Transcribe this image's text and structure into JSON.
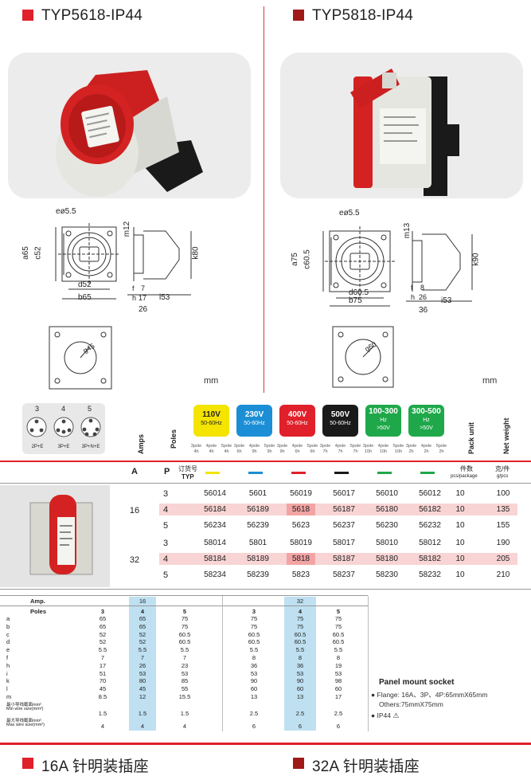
{
  "colors": {
    "accent_red": "#e0202a",
    "dark_red": "#a01818",
    "highlight_row": "#f8d4d4",
    "highlight_cell": "#f2a4a4",
    "blue_col": "#bfe0f1"
  },
  "left": {
    "title": "TYP5618-IP44",
    "dims": {
      "e": "e",
      "e_val": "ø5.5",
      "a": "a65",
      "c": "c52",
      "d": "d52",
      "b": "b65",
      "m": "m12",
      "k": "k80",
      "f": "f",
      "h": "h",
      "i": "i53",
      "n7": "7",
      "n17": "17",
      "n26": "26",
      "g": "g45"
    }
  },
  "right": {
    "title": "TYP5818-IP44",
    "dims": {
      "e": "e",
      "e_val": "ø5.5",
      "a": "a75",
      "c": "c60.5",
      "d": "d60.5",
      "b": "b75",
      "m": "m13",
      "k": "k90",
      "f": "f",
      "h": "h",
      "i": "i53",
      "n8": "8",
      "n26": "26",
      "n36": "36",
      "g": "g60"
    }
  },
  "mm_label": "mm",
  "pins": [
    {
      "num": "3",
      "label": "2P+E"
    },
    {
      "num": "4",
      "label": "3P+E"
    },
    {
      "num": "5",
      "label": "3P+N+E"
    }
  ],
  "vertical_labels": {
    "amps": "Amps",
    "poles": "Poles",
    "pack_unit": "Pack unit",
    "net_weight": "Net weight"
  },
  "voltages": [
    {
      "main": "110V",
      "sub": "50-60Hz",
      "bg": "#f4e400",
      "fg": "#222",
      "poles": [
        "3pole",
        "4pole",
        "5pole"
      ],
      "hours": [
        "4h",
        "4h",
        "4h"
      ]
    },
    {
      "main": "230V",
      "sub": "50-60Hz",
      "bg": "#1b8ed6",
      "fg": "#ffffff",
      "poles": [
        "3pole",
        "4pole",
        "5pole"
      ],
      "hours": [
        "6h",
        "9h",
        "9h"
      ]
    },
    {
      "main": "400V",
      "sub": "50-60Hz",
      "bg": "#e0202a",
      "fg": "#ffffff",
      "poles": [
        "3pole",
        "4pole",
        "5pole"
      ],
      "hours": [
        "9h",
        "6h",
        "6h"
      ]
    },
    {
      "main": "500V",
      "sub": "50-60Hz",
      "bg": "#1a1a1a",
      "fg": "#ffffff",
      "poles": [
        "3pole",
        "4pole",
        "5pole"
      ],
      "hours": [
        "7h",
        "7h",
        "7h"
      ]
    },
    {
      "main": "100-300",
      "sub": "Hz",
      "sub2": ">50V",
      "bg": "#1fa84a",
      "fg": "#ffffff",
      "poles": [
        "3pole",
        "4pole",
        "5pole"
      ],
      "hours": [
        "10h",
        "10h",
        "10h"
      ]
    },
    {
      "main": "300-500",
      "sub": "Hz",
      "sub2": ">50V",
      "bg": "#1fa84a",
      "fg": "#ffffff",
      "poles": [
        "3pole",
        "4pole",
        "5pole"
      ],
      "hours": [
        "2h",
        "2h",
        "2h"
      ]
    }
  ],
  "order_header": {
    "a": "A",
    "p": "P",
    "order_no": "订货号",
    "typ": "TYP",
    "pack_cn": "件数",
    "pack_en": "pcs/package",
    "weight_cn": "克/件",
    "weight_en": "g/pcs",
    "color_bars": [
      "#f4e400",
      "#1b8ed6",
      "#e0202a",
      "#1a1a1a",
      "#1fa84a",
      "#1fa84a"
    ]
  },
  "order_groups": [
    {
      "amps": "16",
      "rows": [
        {
          "p": "3",
          "codes": [
            "56014",
            "5601",
            "56019",
            "56017",
            "56010",
            "56012"
          ],
          "pack": "10",
          "weight": "100"
        },
        {
          "p": "4",
          "codes": [
            "56184",
            "56189",
            "5618",
            "56187",
            "56180",
            "56182"
          ],
          "pack": "10",
          "weight": "135"
        },
        {
          "p": "5",
          "codes": [
            "56234",
            "56239",
            "5623",
            "56237",
            "56230",
            "56232"
          ],
          "pack": "10",
          "weight": "155"
        }
      ]
    },
    {
      "amps": "32",
      "rows": [
        {
          "p": "3",
          "codes": [
            "58014",
            "5801",
            "58019",
            "58017",
            "58010",
            "58012"
          ],
          "pack": "10",
          "weight": "190"
        },
        {
          "p": "4",
          "codes": [
            "58184",
            "58189",
            "5818",
            "58187",
            "58180",
            "58182"
          ],
          "pack": "10",
          "weight": "205"
        },
        {
          "p": "5",
          "codes": [
            "58234",
            "58239",
            "5823",
            "58237",
            "58230",
            "58232"
          ],
          "pack": "10",
          "weight": "210"
        }
      ]
    }
  ],
  "spec": {
    "amp_label": "Amp.",
    "poles_label": "Poles",
    "amp16": "16",
    "amp32": "32",
    "poles16": [
      "3",
      "4",
      "5"
    ],
    "poles32": [
      "3",
      "4",
      "5"
    ],
    "rows": [
      {
        "k": "a",
        "v": [
          "65",
          "65",
          "75",
          "75",
          "75",
          "75"
        ]
      },
      {
        "k": "b",
        "v": [
          "65",
          "65",
          "75",
          "75",
          "75",
          "75"
        ]
      },
      {
        "k": "c",
        "v": [
          "52",
          "52",
          "60.5",
          "60.5",
          "60.5",
          "60.5"
        ]
      },
      {
        "k": "d",
        "v": [
          "52",
          "52",
          "60.5",
          "60.5",
          "60.5",
          "60.5"
        ]
      },
      {
        "k": "e",
        "v": [
          "5.5",
          "5.5",
          "5.5",
          "5.5",
          "5.5",
          "5.5"
        ]
      },
      {
        "k": "f",
        "v": [
          "7",
          "7",
          "7",
          "8",
          "8",
          "8"
        ]
      },
      {
        "k": "h",
        "v": [
          "17",
          "26",
          "23",
          "36",
          "36",
          "19"
        ]
      },
      {
        "k": "i",
        "v": [
          "51",
          "53",
          "53",
          "53",
          "53",
          "53"
        ]
      },
      {
        "k": "k",
        "v": [
          "70",
          "80",
          "85",
          "90",
          "90",
          "98"
        ]
      },
      {
        "k": "l",
        "v": [
          "45",
          "45",
          "55",
          "60",
          "60",
          "60"
        ]
      },
      {
        "k": "m",
        "v": [
          "8.5",
          "12",
          "15.5",
          "13",
          "13",
          "17"
        ]
      }
    ],
    "min_wire_cn": "最小导线截面mm²",
    "min_wire_en": "Min wire size(mm²)",
    "min_wire_v": [
      "1.5",
      "1.5",
      "1.5",
      "2.5",
      "2.5",
      "2.5"
    ],
    "max_wire_cn": "最大导线截面mm²",
    "max_wire_en": "Max wire size(mm²)",
    "max_wire_v": [
      "4",
      "4",
      "4",
      "6",
      "6",
      "6"
    ]
  },
  "panel": {
    "title": "Panel mount socket",
    "line1": "Flange: 16A、3P、4P:65mmX65mm",
    "line2": "Others:75mmX75mm",
    "line3": "IP44"
  },
  "footer": {
    "left": "16A 针明装插座",
    "right": "32A 针明装插座"
  }
}
